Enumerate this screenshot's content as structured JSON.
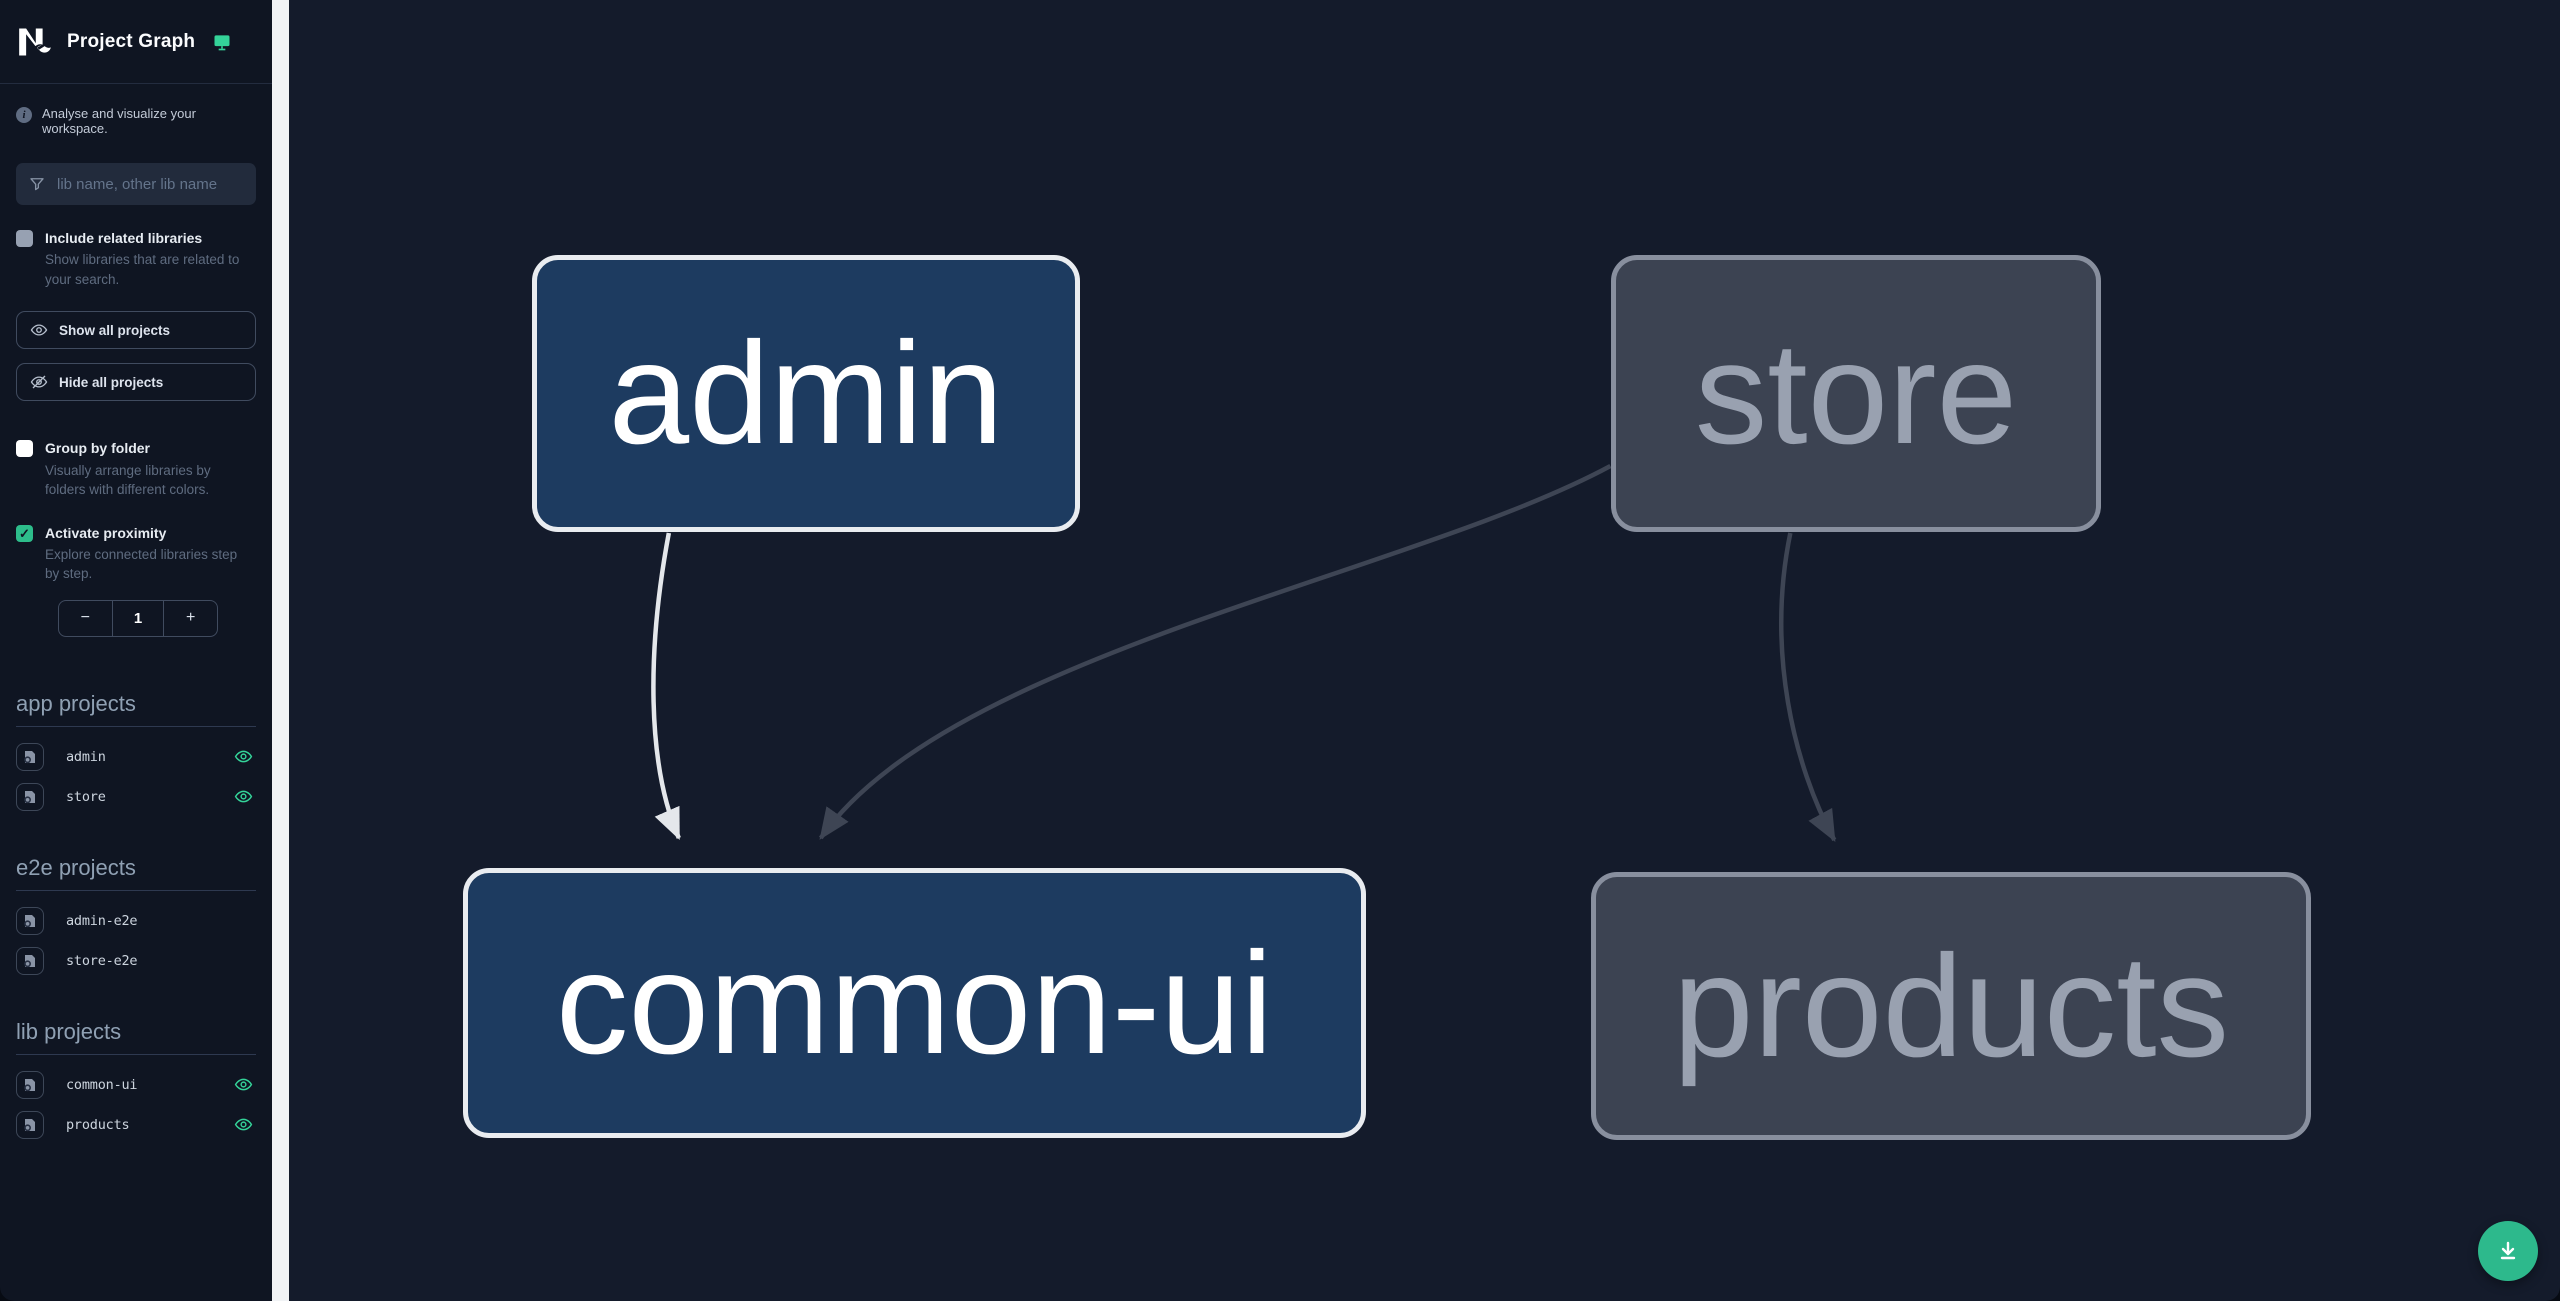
{
  "sidebar": {
    "title": "Project Graph",
    "tagline": "Analyse and visualize your workspace.",
    "search_placeholder": "lib name, other lib name",
    "checkbox_related": {
      "label": "Include related libraries",
      "description": "Show libraries that are related to your search.",
      "checked": false
    },
    "buttons": {
      "show_all": "Show all projects",
      "hide_all": "Hide all projects"
    },
    "checkbox_group": {
      "label": "Group by folder",
      "description": "Visually arrange libraries by folders with different colors.",
      "checked": false
    },
    "checkbox_proximity": {
      "label": "Activate proximity",
      "description": "Explore connected libraries step by step.",
      "checked": true
    },
    "proximity_stepper": {
      "decrement": "−",
      "value": "1",
      "increment": "+"
    },
    "sections": [
      {
        "title": "app projects",
        "items": [
          {
            "name": "admin",
            "visible": true
          },
          {
            "name": "store",
            "visible": true
          }
        ]
      },
      {
        "title": "e2e projects",
        "items": [
          {
            "name": "admin-e2e",
            "visible": false
          },
          {
            "name": "store-e2e",
            "visible": false
          }
        ]
      },
      {
        "title": "lib projects",
        "items": [
          {
            "name": "common-ui",
            "visible": true
          },
          {
            "name": "products",
            "visible": true
          }
        ]
      }
    ]
  },
  "graph": {
    "nodes": [
      {
        "id": "admin",
        "label": "admin",
        "type": "app",
        "state": "highlighted"
      },
      {
        "id": "store",
        "label": "store",
        "type": "app",
        "state": "dimmed"
      },
      {
        "id": "common-ui",
        "label": "common-ui",
        "type": "lib",
        "state": "highlighted"
      },
      {
        "id": "products",
        "label": "products",
        "type": "lib",
        "state": "dimmed"
      }
    ],
    "edges": [
      {
        "from": "admin",
        "to": "common-ui",
        "highlighted": true
      },
      {
        "from": "store",
        "to": "common-ui",
        "highlighted": false
      },
      {
        "from": "store",
        "to": "products",
        "highlighted": false
      }
    ]
  },
  "colors": {
    "accent_green": "#2db98c",
    "eye_green": "#34d399",
    "node_active_fill": "#1d3b60",
    "node_active_border": "#e9ecf0",
    "node_dim_fill": "#3c4352",
    "node_dim_border": "#888f9e",
    "edge_light": "#e4e7eb",
    "edge_dim": "#3e4554",
    "sidebar_bg": "#0f1522",
    "canvas_bg": "#141b2b"
  }
}
